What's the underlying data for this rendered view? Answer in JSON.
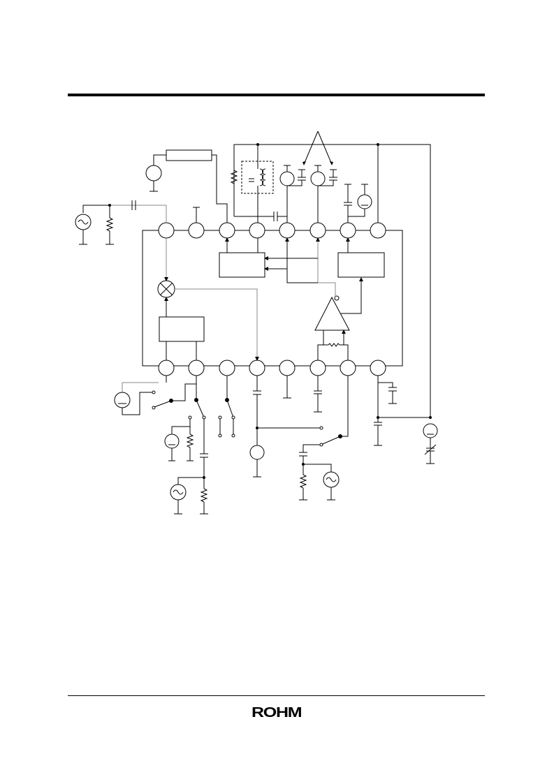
{
  "header": {
    "rule_color": "#000000"
  },
  "footer": {
    "logo_text": "ROHM"
  },
  "diagram": {
    "line_color": "#000000",
    "signal_line_color": "#888888",
    "top_pins": 8,
    "bottom_pins": 8,
    "blocks": [
      {
        "id": "block-left-top"
      },
      {
        "id": "block-left-bottom"
      },
      {
        "id": "block-right-top"
      },
      {
        "id": "amplifier"
      },
      {
        "id": "mixer"
      }
    ],
    "icons": [
      "ac-source-icon",
      "dc-source-icon",
      "ground-icon",
      "resistor-icon",
      "capacitor-icon",
      "switch-icon",
      "coil-icon",
      "variable-capacitor-icon"
    ]
  }
}
